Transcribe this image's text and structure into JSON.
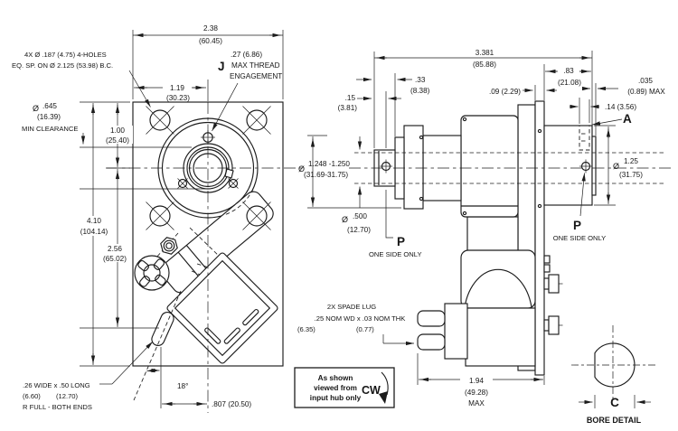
{
  "drawing": {
    "front_view": {
      "holes_note1": "4X Ø .187 (4.75) 4-HOLES",
      "holes_note2": "EQ. SP. ON Ø 2.125 (53.98) B.C.",
      "width": "2.38",
      "width_mm": "(60.45)",
      "thread_dim": ".27 (6.86)",
      "thread_ref": "J",
      "thread_note1": "MAX THREAD",
      "thread_note2": "ENGAGEMENT",
      "hole_cc": "1.19",
      "hole_cc_mm": "(30.23)",
      "clear_sym": "Ø",
      "clear_val": ".645",
      "clear_mm": "(16.39)",
      "clear_note": "MIN CLEARANCE",
      "ctr": "1.00",
      "ctr_mm": "(25.40)",
      "height": "4.10",
      "height_mm": "(104.14)",
      "slot_h": "2.56",
      "slot_h_mm": "(65.02)",
      "slot_note1": ".26 WIDE x .50 LONG",
      "slot_note2a": "(6.60)",
      "slot_note2b": "(12.70)",
      "slot_note3": "R FULL - BOTH ENDS",
      "angle": "18°",
      "slot_x": ".807 (20.50)"
    },
    "side_view": {
      "length": "3.381",
      "length_mm": "(85.88)",
      "pin_dim": ".15",
      "pin_dim_mm": "(3.81)",
      "hub_dim": ".33",
      "hub_dim_mm": "(8.38)",
      "out_dim": ".83",
      "out_dim_mm": "(21.08)",
      "plate_dim": ".09 (2.29)",
      "cap_dim": ".035",
      "cap_dim_mm": "(0.89) MAX",
      "key_dim": ".14 (3.56)",
      "ref_a": "A",
      "out_dia_sym": "Ø",
      "out_dia": "1.25",
      "out_dia_mm": "(31.75)",
      "pilot_sym": "Ø",
      "pilot": "1.248 -1.250",
      "pilot_mm": "(31.69-31.75)",
      "shaft_sym": "Ø",
      "shaft": ".500",
      "shaft_mm": "(12.70)",
      "pin_l": "P",
      "pin_l_note": "ONE SIDE ONLY",
      "pin_r": "P",
      "pin_r_note": "ONE SIDE ONLY",
      "lug1": "2X SPADE LUG",
      "lug2": ".25 NOM WD x .03 NOM THK",
      "lug3a": "(6.35)",
      "lug3b": "(0.77)",
      "depth": "1.94",
      "depth_mm": "(49.28)",
      "depth_max": "MAX"
    },
    "rotation_note": {
      "line1": "As shown",
      "line2": "viewed from",
      "line3": "input hub only",
      "direction": "CW"
    },
    "bore_detail": {
      "dim": "C",
      "title": "BORE DETAIL"
    }
  }
}
